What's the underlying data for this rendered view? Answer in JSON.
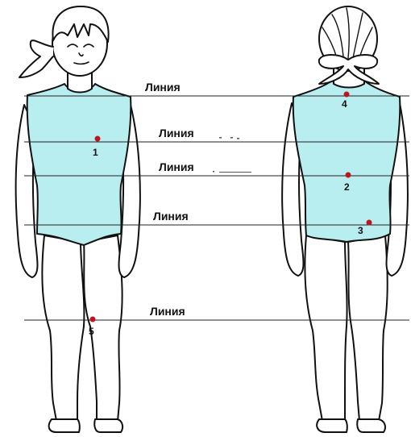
{
  "figure": {
    "line_labels": [
      "Линия",
      "Линия",
      "Линия",
      "Линия",
      "Линия"
    ],
    "points": [
      "1",
      "2",
      "3",
      "4",
      "5"
    ],
    "colors": {
      "body_fill": "#b9eef0",
      "outline": "#111111",
      "marker": "#c0141e",
      "guide_line": "#222222"
    }
  }
}
